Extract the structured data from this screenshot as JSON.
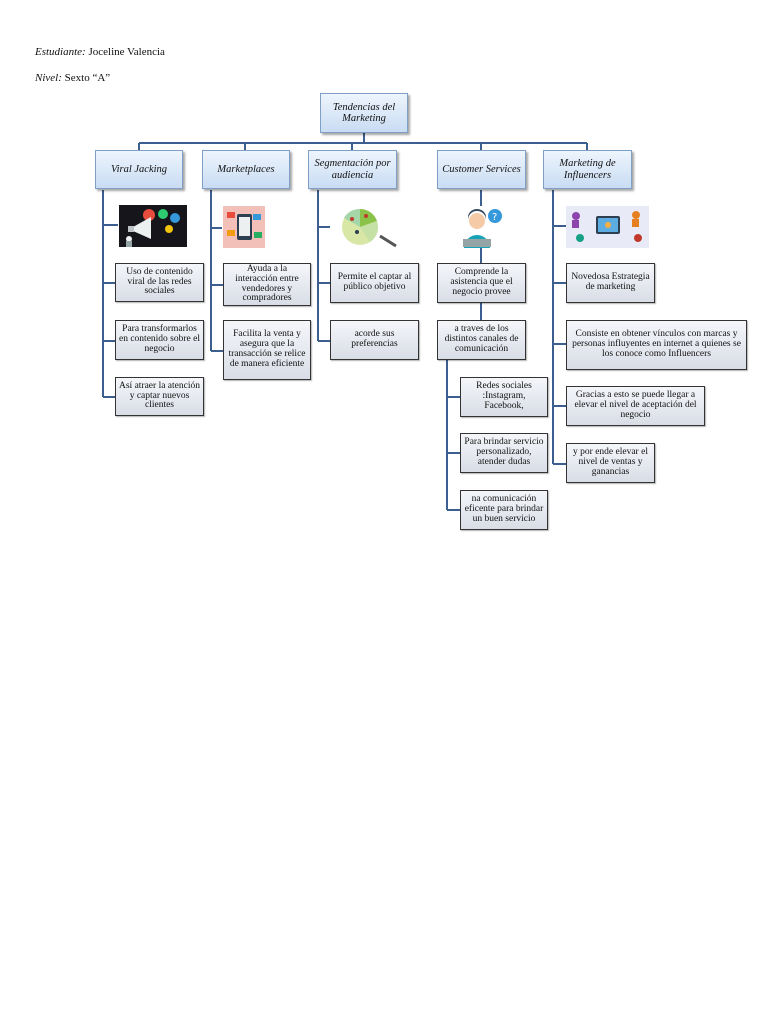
{
  "header": {
    "student_label": "Estudiante:",
    "student_name": "Joceline Valencia",
    "level_label": "Nivel:",
    "level_value": "Sexto “A”"
  },
  "root": {
    "title": "Tendencias del Marketing"
  },
  "branches": [
    {
      "title": "Viral Jacking",
      "image": "megaphone-icon",
      "items": [
        "Uso de contenido viral de las redes sociales",
        "Para transformarlos en contenido sobre el negocio",
        "Así atraer la atención y captar nuevos clientes"
      ]
    },
    {
      "title": "Marketplaces",
      "image": "smartphone-shopping-icon",
      "items": [
        "Ayuda a la interacción entre vendedores y compradores",
        "Facilita la venta y asegura que la transacción se relice de manera eficiente"
      ]
    },
    {
      "title": "Segmentación por audiencia",
      "image": "pie-chart-icon",
      "items": [
        "Permite el captar al público objetivo",
        "acorde sus preferencias"
      ]
    },
    {
      "title": "Customer Services",
      "image": "support-agent-icon",
      "items": [
        "Comprende la asistencia que el negocio provee",
        "a traves de los distintos canales de comunicación"
      ],
      "subitems": [
        "Redes sociales :Instagram, Facebook,",
        "Para brindar servicio personalizado, atender dudas",
        "na comunicación eficente para brindar un buen servicio"
      ]
    },
    {
      "title": "Marketing de Influencers",
      "image": "influencer-network-icon",
      "items": [
        "Novedosa Estrategia de marketing",
        "Consiste en obtener vínculos con marcas y personas influyentes en internet a quienes se los conoce como Influencers",
        "Gracias a esto se puede llegar a elevar el nivel de aceptación del negocio",
        "y por ende elevar el nivel de ventas y ganancias"
      ]
    }
  ],
  "colors": {
    "connector": "#3d5f8f",
    "header_border": "#7f9fc6"
  }
}
